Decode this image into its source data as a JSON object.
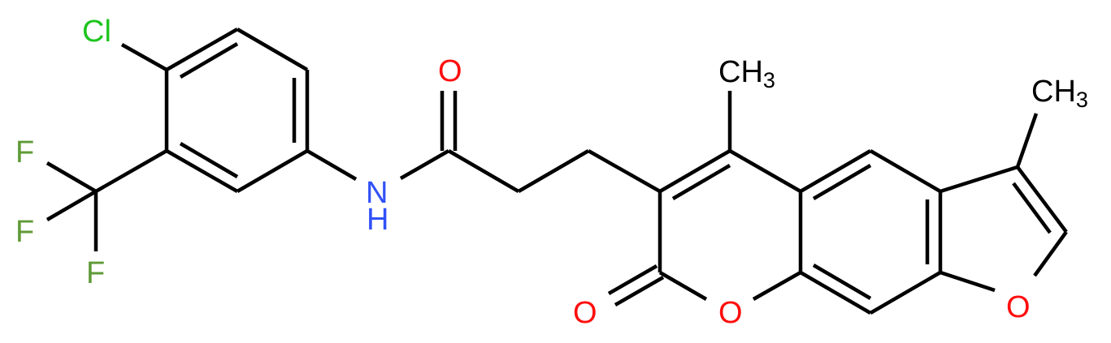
{
  "molecule": {
    "name": "N-[4-chloro-3-(trifluoromethyl)phenyl]-3-(3,5-dimethyl-7-oxofuro[3,2-g]chromen-6-yl)propanamide",
    "colors": {
      "carbon": "#000000",
      "chlorine": "#1fc41f",
      "fluorine": "#5f9a37",
      "nitrogen": "#3050f8",
      "oxygen": "#ff0d0d",
      "bond": "#000000",
      "background": "#ffffff"
    },
    "labels": {
      "cl": "Cl",
      "f1": "F",
      "f2": "F",
      "f3": "F",
      "n": "N",
      "nh_h": "H",
      "amide_o": "O",
      "methyl4_c": "CH",
      "methyl4_sub": "3",
      "methyl3_c": "CH",
      "methyl3_sub": "3",
      "lactone_o_exo": "O",
      "pyran_o": "O",
      "furan_o": "O"
    }
  }
}
